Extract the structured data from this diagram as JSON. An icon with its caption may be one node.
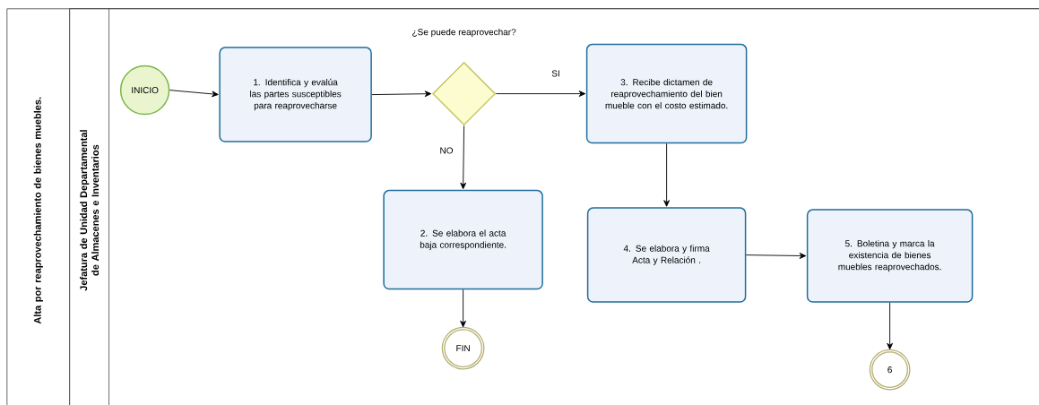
{
  "diagram": {
    "nodes": [
      {
        "text": [
          "Alta por reaprovechamiento de bienes muebles."
        ]
      },
      {
        "text": [
          "Jefatura de Unidad Departamental de Almacenes e Inventarios"
        ],
        "in": 0
      },
      {
        "text": [
          "INICIO"
        ],
        "in": 1
      },
      {
        "text": [
          "1. Identifica y evalúa las partes susceptibles para reaprovecharse"
        ],
        "in": 1
      },
      {
        "text": [
          "¿Se puede reaprovechar?"
        ],
        "in": 1
      },
      {
        "text": [
          "3. Recibe dictamen de reaprovechamiento del bien mueble con el costo estimado."
        ],
        "in": 1
      },
      {
        "text": [
          "2. Se elabora el acta baja correspondiente."
        ],
        "in": 1
      },
      {
        "text": [
          "FIN"
        ],
        "in": 1
      },
      {
        "text": [
          "4. Se elabora y firma Acta  y Relación ."
        ],
        "in": 1
      },
      {
        "text": [
          "5. Boletina y marca la existencia de bienes muebles reaprovechados."
        ],
        "in": 1
      },
      {
        "text": [
          "6"
        ],
        "in": 1
      }
    ],
    "edges": [
      {
        "from": 2,
        "to": 3,
        "arrow": "to"
      },
      {
        "from": 3,
        "to": 4,
        "arrow": "to"
      },
      {
        "from": 4,
        "to": 5,
        "arrow": "to",
        "label": "SI"
      },
      {
        "from": 4,
        "to": 6,
        "arrow": "to",
        "label": "NO"
      },
      {
        "from": 6,
        "to": 7,
        "arrow": "to"
      },
      {
        "from": 5,
        "to": 8,
        "arrow": "to"
      },
      {
        "from": 8,
        "to": 9,
        "arrow": "to"
      },
      {
        "from": 9,
        "to": 10,
        "arrow": "to"
      }
    ]
  }
}
